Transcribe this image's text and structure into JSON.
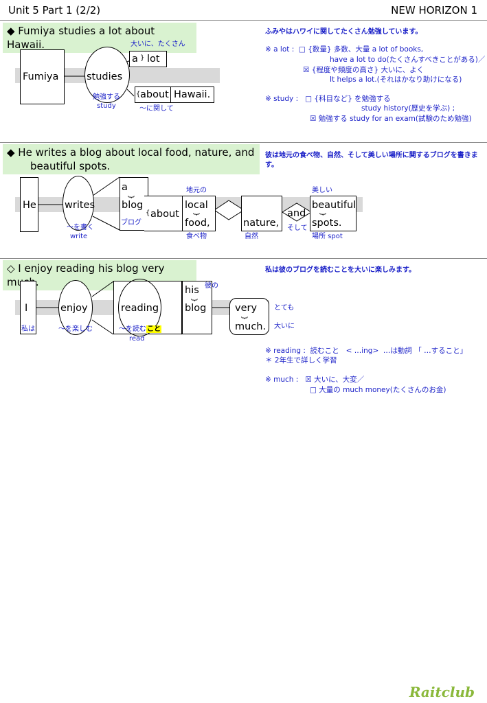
{
  "header": {
    "left": "Unit 5 Part 1 (2/2)",
    "right": "NEW HORIZON 1"
  },
  "s1": {
    "sentence": "◆ Fumiya studies a lot about Hawaii.",
    "translation": "ふみやはハワイに関してたくさん勉強しています。",
    "words": {
      "subject": "Fumiya",
      "verb": "studies",
      "a": "a",
      "lot": "lot",
      "about": "about",
      "hawaii": "Hawaii."
    },
    "glosses": {
      "alot": "大いに、たくさん",
      "study_jp": "勉強する",
      "study_en": "study",
      "about_jp": "～に関して"
    },
    "notes": {
      "alot1": "※ a lot :  □ {数量} 多数、大量 a lot of books,",
      "alot2": "have a lot to do(たくさんすべきことがある)／",
      "alot3": "☒ {程度や頻度の高さ} 大いに、よく",
      "alot4": "It helps a lot.(それはかなり助けになる)",
      "study1": "※ study :   □ {科目など} を勉強する",
      "study2": "study history(歴史を学ぶ) ;",
      "study3": "☒ 勉強する study for an exam(試験のため勉強)"
    }
  },
  "s2": {
    "sentence_line1": "◆ He writes a blog about local food, nature, and",
    "sentence_line2": "beautiful spots.",
    "translation": "彼は地元の食べ物、自然、そして美しい場所に関するブログを書きます。",
    "words": {
      "subject": "He",
      "verb": "writes",
      "a": "a",
      "blog": "blog",
      "about": "about",
      "local": "local",
      "food": "food,",
      "nature": "nature,",
      "and": "and",
      "beautiful": "beautiful",
      "spots": "spots."
    },
    "glosses": {
      "write_jp": "～を書く",
      "write_en": "write",
      "blog_jp": "ブログ",
      "local_jp": "地元の",
      "food_jp": "食べ物",
      "nature_jp": "自然",
      "and_jp": "そして",
      "beautiful_jp": "美しい",
      "spots_jp": "場所 spot"
    }
  },
  "s3": {
    "sentence": "◇ I enjoy reading his blog very much.",
    "translation": "私は彼のブログを読むことを大いに楽しみます。",
    "words": {
      "subject": "I",
      "verb": "enjoy",
      "reading": "reading",
      "his": "his",
      "blog": "blog",
      "very": "very",
      "much": "much."
    },
    "glosses": {
      "i_jp": "私は",
      "enjoy_jp": "～を楽しむ",
      "read_jp": "～を読む",
      "koto": "こと",
      "read_en": "read",
      "his_jp": "彼の",
      "very_jp": "とても",
      "much_jp": "大いに"
    },
    "notes": {
      "reading1": "※ reading :  読むこと   < …ing>  …は動詞 「 …すること」",
      "reading2": "＊ 2年生で詳しく学習",
      "much1": "※ much :   ☒ 大いに、大変／",
      "much2": "□ 大量の much money(たくさんのお金)"
    }
  },
  "logo": "Raitclub"
}
